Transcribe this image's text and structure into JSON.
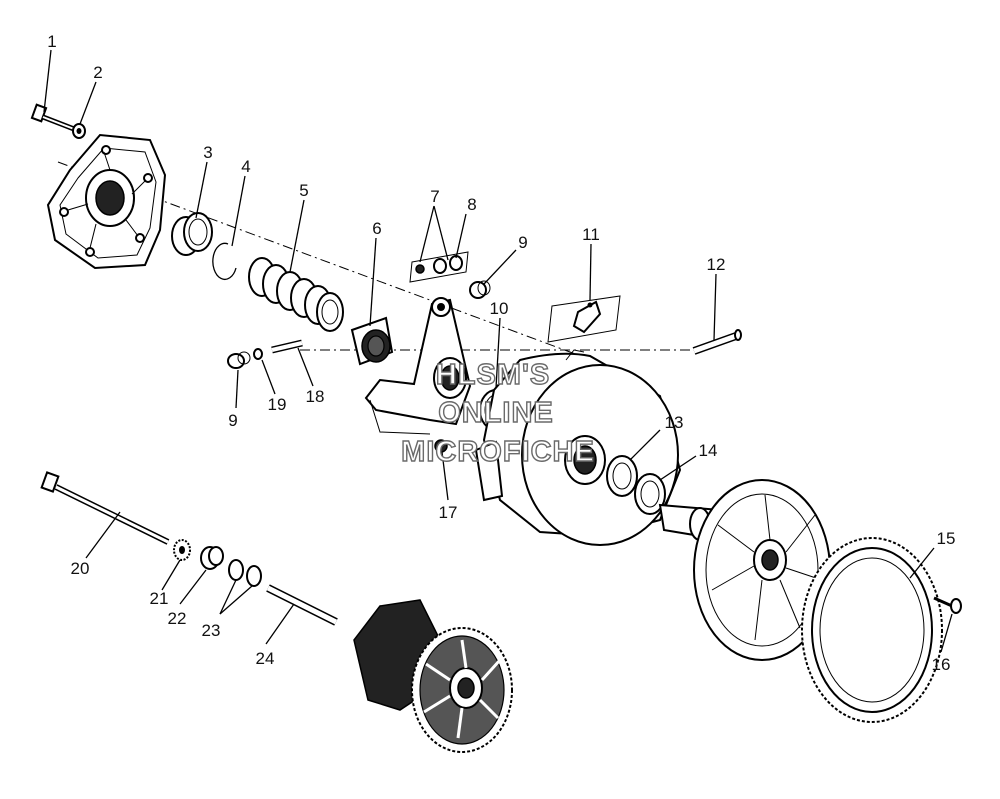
{
  "callouts": [
    {
      "id": "1",
      "text": "1"
    },
    {
      "id": "2",
      "text": "2"
    },
    {
      "id": "3",
      "text": "3"
    },
    {
      "id": "4",
      "text": "4"
    },
    {
      "id": "5",
      "text": "5"
    },
    {
      "id": "6",
      "text": "6"
    },
    {
      "id": "7",
      "text": "7"
    },
    {
      "id": "8",
      "text": "8"
    },
    {
      "id": "9a",
      "text": "9"
    },
    {
      "id": "9b",
      "text": "9"
    },
    {
      "id": "10",
      "text": "10"
    },
    {
      "id": "11",
      "text": "11"
    },
    {
      "id": "12",
      "text": "12"
    },
    {
      "id": "13",
      "text": "13"
    },
    {
      "id": "14",
      "text": "14"
    },
    {
      "id": "15",
      "text": "15"
    },
    {
      "id": "16",
      "text": "16"
    },
    {
      "id": "17",
      "text": "17"
    },
    {
      "id": "18",
      "text": "18"
    },
    {
      "id": "19",
      "text": "19"
    },
    {
      "id": "20",
      "text": "20"
    },
    {
      "id": "21",
      "text": "21"
    },
    {
      "id": "22",
      "text": "22"
    },
    {
      "id": "23",
      "text": "23"
    },
    {
      "id": "24",
      "text": "24"
    }
  ],
  "watermark": {
    "line1": "HLSM'S",
    "line2": "ONLINE",
    "line3": "MICROFICHE"
  }
}
